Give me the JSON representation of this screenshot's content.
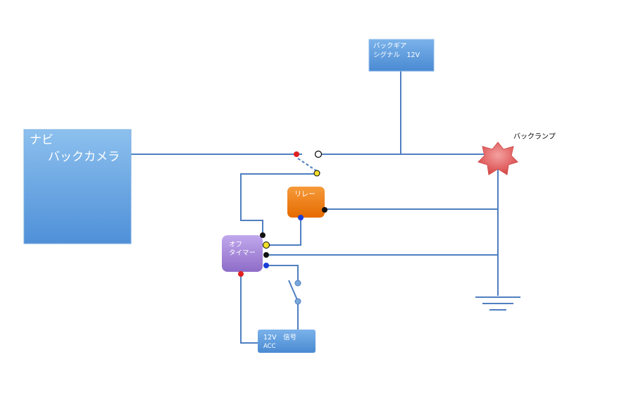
{
  "navi_box": {
    "line1": "ナビ",
    "line2": "バックカメラ"
  },
  "back_gear_box": {
    "line1": "バックギア",
    "line2": "シグナル　12V"
  },
  "back_lamp": {
    "label": "バックランプ"
  },
  "relay_box": {
    "label": "リレー"
  },
  "off_timer_box": {
    "line1": "オフ",
    "line2": "タイマー"
  },
  "acc_box": {
    "line1": "12V　信号",
    "line2": "ACC"
  },
  "colors": {
    "wire": "#4f7fc0",
    "box_blue": "#5f9fdf",
    "relay_orange": "#f07a12",
    "timer_purple": "#a78ad8",
    "lamp_red": "#e06060"
  }
}
